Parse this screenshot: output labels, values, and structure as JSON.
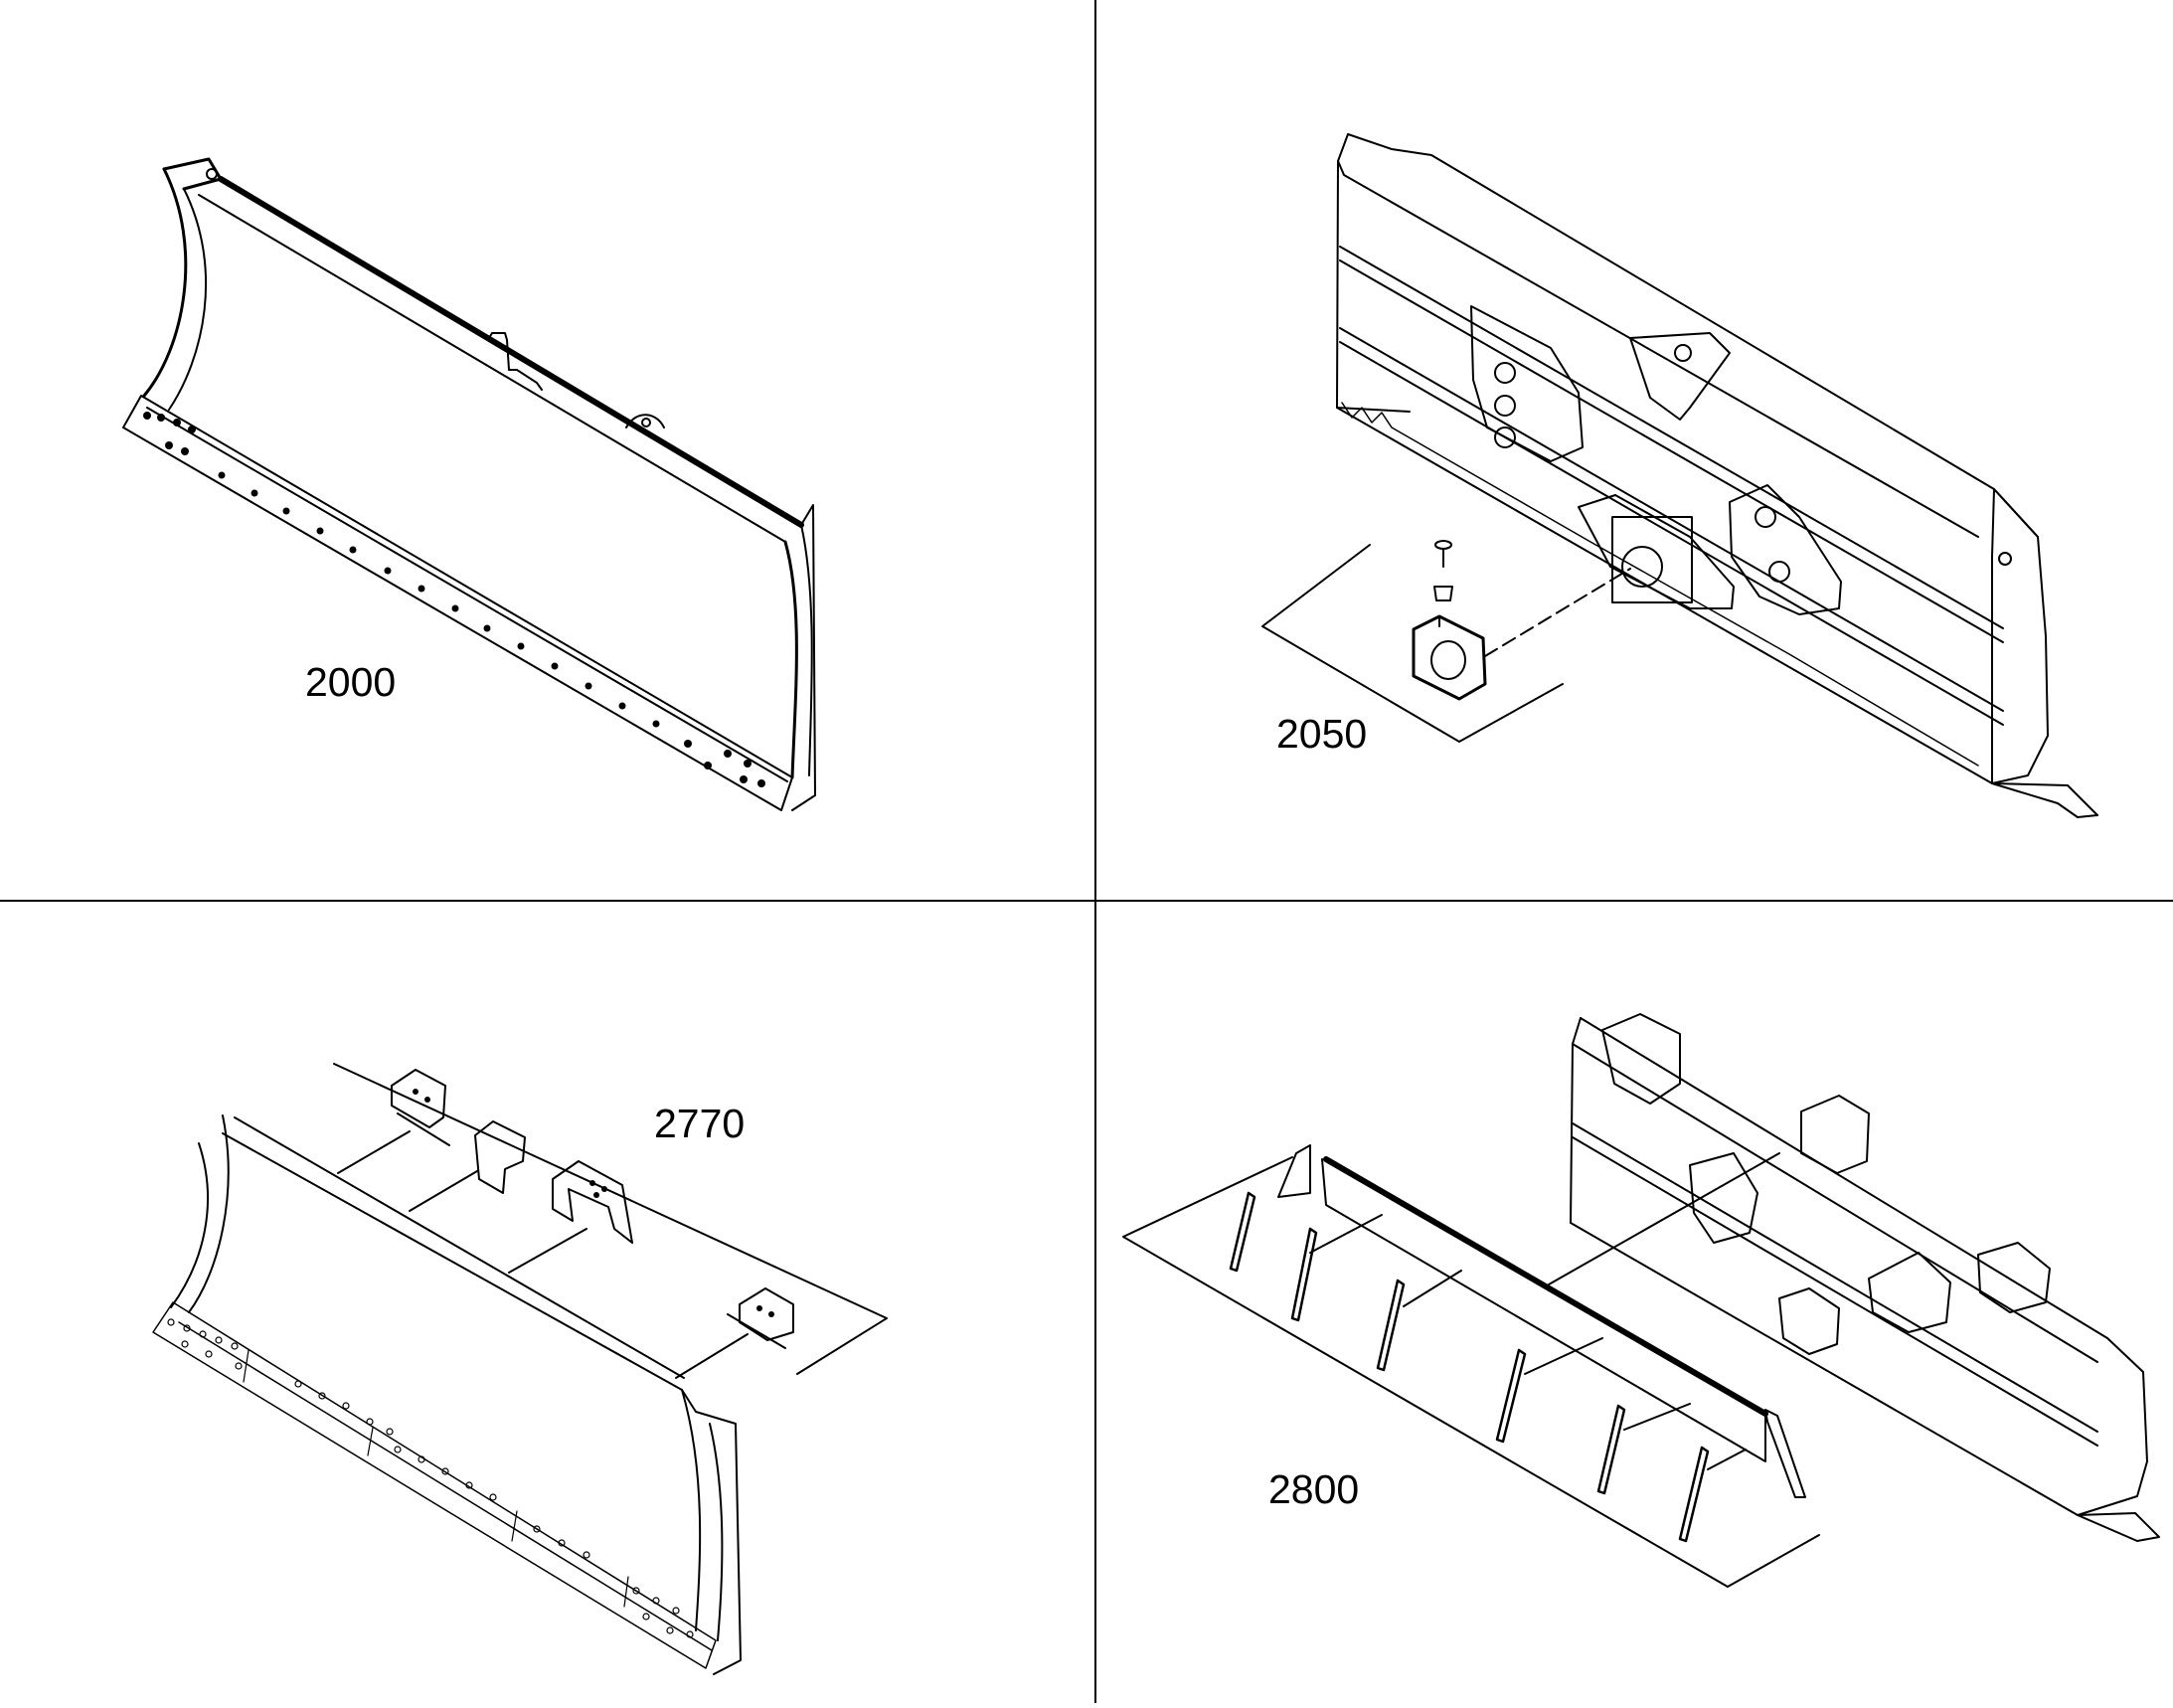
{
  "panels": [
    {
      "id": "top-left",
      "part_number": "2000"
    },
    {
      "id": "top-right",
      "part_number": "2050"
    },
    {
      "id": "bottom-left",
      "part_number": "2770"
    },
    {
      "id": "bottom-right",
      "part_number": "2800"
    }
  ],
  "colors": {
    "ink": "#000000",
    "paper": "#ffffff"
  }
}
